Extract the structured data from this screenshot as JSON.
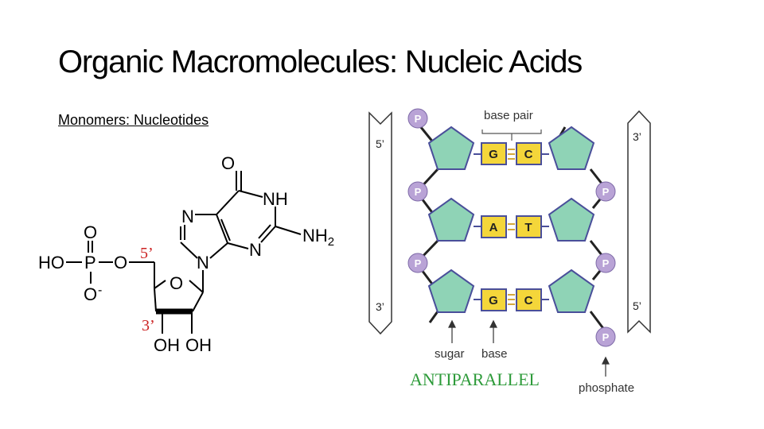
{
  "slide": {
    "title": "Organic Macromolecules: Nucleic Acids",
    "subtitle": "Monomers: Nucleotides",
    "antiparallel_label": "ANTIPARALLEL"
  },
  "nucleotide": {
    "phosphate": {
      "o_top": "O",
      "ho": "HO",
      "p": "P",
      "o_right": "O",
      "o_minus": "O",
      "minus": "-"
    },
    "ring_o": "O",
    "base": {
      "o_top": "O",
      "nh": "NH",
      "n_left": "N",
      "n_bottom": "N",
      "n_glyco": "N",
      "nh2": "NH",
      "nh2_sub": "2"
    },
    "hydroxyls": {
      "oh_left": "OH",
      "oh_right": "OH"
    },
    "label_5": "5’",
    "label_3": "3’",
    "label_color": "#cc2222"
  },
  "dna": {
    "left_arrow": {
      "top_label": "5’",
      "bottom_label": "3’"
    },
    "right_arrow": {
      "top_label": "3’",
      "bottom_label": "5’"
    },
    "phosphate_label": "P",
    "base_pair_label": "base pair",
    "pairs": [
      {
        "left": "G",
        "right": "C"
      },
      {
        "left": "A",
        "right": "T"
      },
      {
        "left": "G",
        "right": "C"
      }
    ],
    "legend": {
      "sugar": "sugar",
      "base": "base",
      "phosphate": "phosphate"
    },
    "colors": {
      "sugar_fill": "#8fd3b6",
      "sugar_stroke": "#4a4f9a",
      "phosphate_fill": "#b9a3d6",
      "base_fill": "#f4d63a",
      "hbond": "#d4a73a"
    }
  }
}
